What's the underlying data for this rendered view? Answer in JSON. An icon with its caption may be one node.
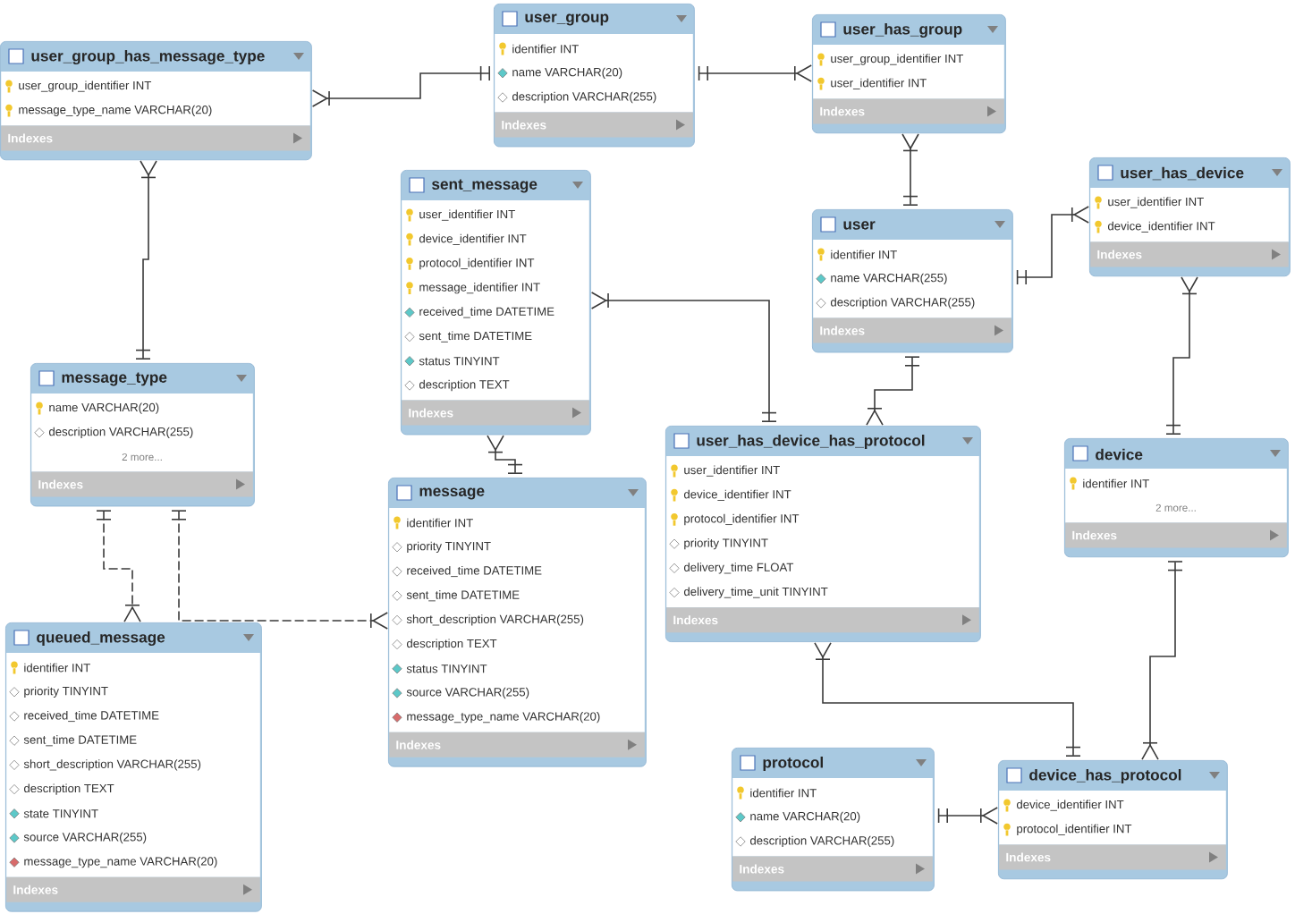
{
  "diagram": {
    "nodes": [
      {
        "text": [
          "user_group_has_message_type",
          "user_group_identifier INT",
          "message_type_name VARCHAR(20)",
          "Indexes"
        ]
      },
      {
        "text": [
          "user_group",
          "identifier INT",
          "name VARCHAR(20)",
          "description VARCHAR(255)",
          "Indexes"
        ]
      },
      {
        "text": [
          "user_has_group",
          "user_group_identifier INT",
          "user_identifier INT",
          "Indexes"
        ]
      },
      {
        "text": [
          "sent_message",
          "user_identifier INT",
          "device_identifier INT",
          "protocol_identifier INT",
          "message_identifier INT",
          "received_time DATETIME",
          "sent_time DATETIME",
          "status TINYINT",
          "description TEXT",
          "Indexes"
        ]
      },
      {
        "text": [
          "user",
          "identifier INT",
          "name VARCHAR(255)",
          "description VARCHAR(255)",
          "Indexes"
        ]
      },
      {
        "text": [
          "user_has_device",
          "user_identifier INT",
          "device_identifier INT",
          "Indexes"
        ]
      },
      {
        "text": [
          "message_type",
          "name VARCHAR(20)",
          "description VARCHAR(255)",
          "2 more...",
          "Indexes"
        ]
      },
      {
        "text": [
          "user_has_device_has_protocol",
          "user_identifier INT",
          "device_identifier INT",
          "protocol_identifier INT",
          "priority TINYINT",
          "delivery_time FLOAT",
          "delivery_time_unit TINYINT",
          "Indexes"
        ]
      },
      {
        "text": [
          "device",
          "identifier INT",
          "2 more...",
          "Indexes"
        ]
      },
      {
        "text": [
          "message",
          "identifier INT",
          "priority TINYINT",
          "received_time DATETIME",
          "sent_time DATETIME",
          "short_description VARCHAR(255)",
          "description TEXT",
          "status TINYINT",
          "source VARCHAR(255)",
          "message_type_name VARCHAR(20)",
          "Indexes"
        ]
      },
      {
        "text": [
          "queued_message",
          "identifier INT",
          "priority TINYINT",
          "received_time DATETIME",
          "sent_time DATETIME",
          "short_description VARCHAR(255)",
          "description TEXT",
          "state TINYINT",
          "source VARCHAR(255)",
          "message_type_name VARCHAR(20)",
          "Indexes"
        ]
      },
      {
        "text": [
          "protocol",
          "identifier INT",
          "name VARCHAR(20)",
          "description VARCHAR(255)",
          "Indexes"
        ]
      },
      {
        "text": [
          "device_has_protocol",
          "device_identifier INT",
          "protocol_identifier INT",
          "Indexes"
        ]
      }
    ],
    "edges": [
      {
        "from": 1,
        "to": 0,
        "arrow": "other"
      },
      {
        "from": 6,
        "to": 0,
        "arrow": "other"
      },
      {
        "from": 1,
        "to": 2,
        "arrow": "other"
      },
      {
        "from": 4,
        "to": 2,
        "arrow": "other"
      },
      {
        "from": 4,
        "to": 5,
        "arrow": "other"
      },
      {
        "from": 8,
        "to": 5,
        "arrow": "other"
      },
      {
        "from": 4,
        "to": 7,
        "arrow": "other"
      },
      {
        "from": 7,
        "to": 3,
        "arrow": "other"
      },
      {
        "from": 9,
        "to": 3,
        "arrow": "other"
      },
      {
        "from": 6,
        "to": 10,
        "arrow": "other",
        "style": "dashed"
      },
      {
        "from": 6,
        "to": 9,
        "arrow": "other",
        "style": "dashed"
      },
      {
        "from": 12,
        "to": 7,
        "arrow": "other"
      },
      {
        "from": 8,
        "to": 12,
        "arrow": "other"
      },
      {
        "from": 11,
        "to": 12,
        "arrow": "other"
      }
    ]
  }
}
